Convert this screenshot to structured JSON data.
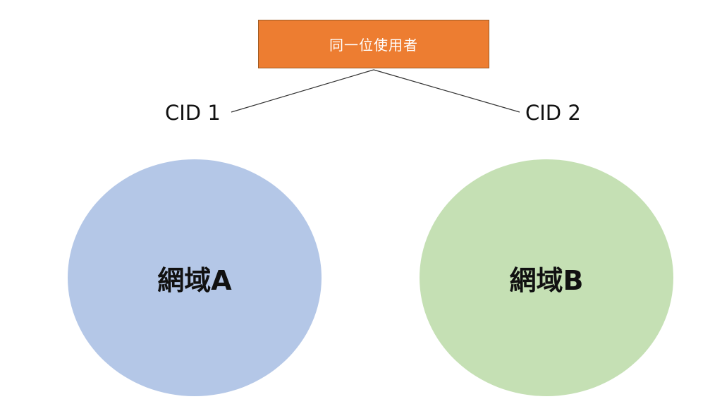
{
  "user_box": {
    "label": "同一位使用者",
    "color": "#ed7d31"
  },
  "cids": [
    {
      "label": "CID 1"
    },
    {
      "label": "CID 2"
    }
  ],
  "domains": [
    {
      "label": "網域A",
      "color": "#b4c7e7"
    },
    {
      "label": "網域B",
      "color": "#c5e0b4"
    }
  ],
  "connector_color": "#333333"
}
